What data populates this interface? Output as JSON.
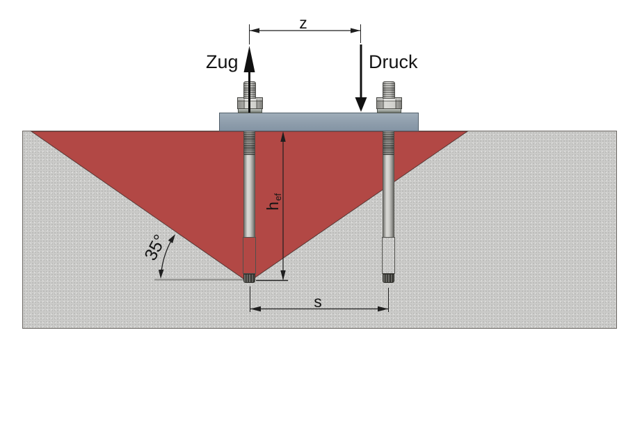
{
  "diagram": {
    "title": "anchor-tension-compression-breakout-cone",
    "labels": {
      "tension_force": "Zug",
      "compression_force": "Druck",
      "lever_arm": "z",
      "anchor_spacing": "s",
      "embedment_depth_symbol": "h",
      "embedment_depth_subscript": "ef",
      "cone_angle": "35°"
    },
    "colors": {
      "breakout_cone": "#b24845",
      "concrete": "#cbcbc9",
      "steel_plate": "#8e9dac",
      "annotation": "#141414"
    }
  }
}
